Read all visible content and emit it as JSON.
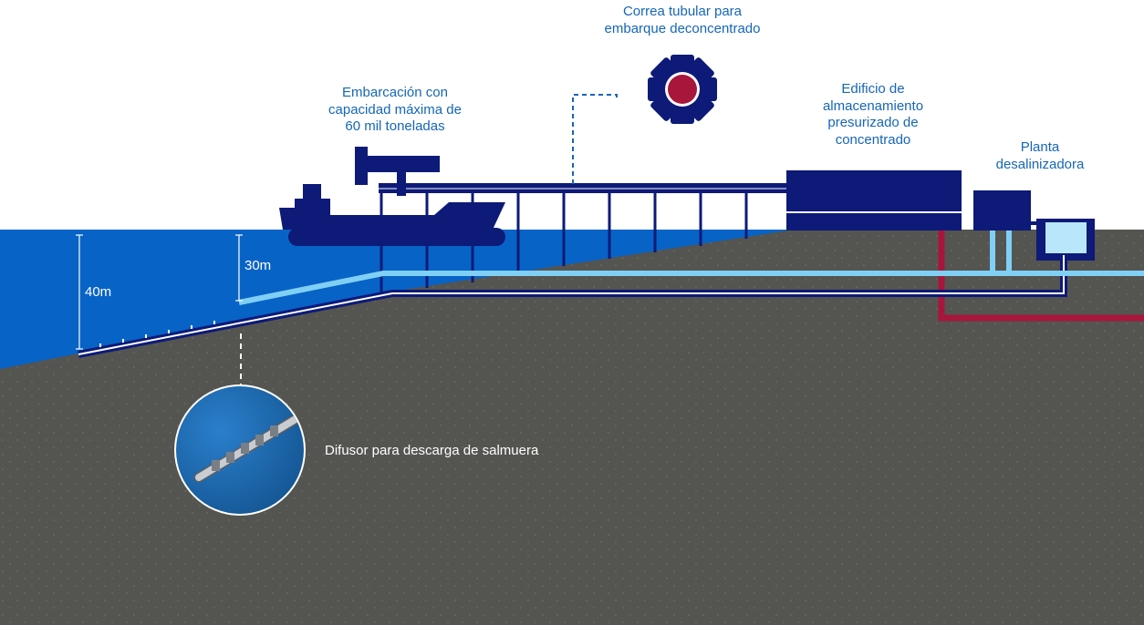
{
  "labels": {
    "conveyor": [
      "Correa tubular para",
      "embarque deconcentrado"
    ],
    "ship": [
      "Embarcación con",
      "capacidad máxima de",
      "60 mil toneladas"
    ],
    "storage": [
      "Edificio de",
      "almacenamiento",
      "presurizado de",
      "concentrado"
    ],
    "desal": [
      "Planta",
      "desalinizadora"
    ],
    "diffuser": "Difusor para descarga de salmuera"
  },
  "depths": {
    "shallow": "30m",
    "deep": "40m"
  },
  "colors": {
    "navy": "#0d1a78",
    "sea": "#0863c6",
    "ground": "#545450",
    "light_pipe": "#7fd0f4",
    "red_pipe": "#a8163b",
    "label_blue": "#1566b8",
    "conveyor_core": "#a8163b"
  }
}
